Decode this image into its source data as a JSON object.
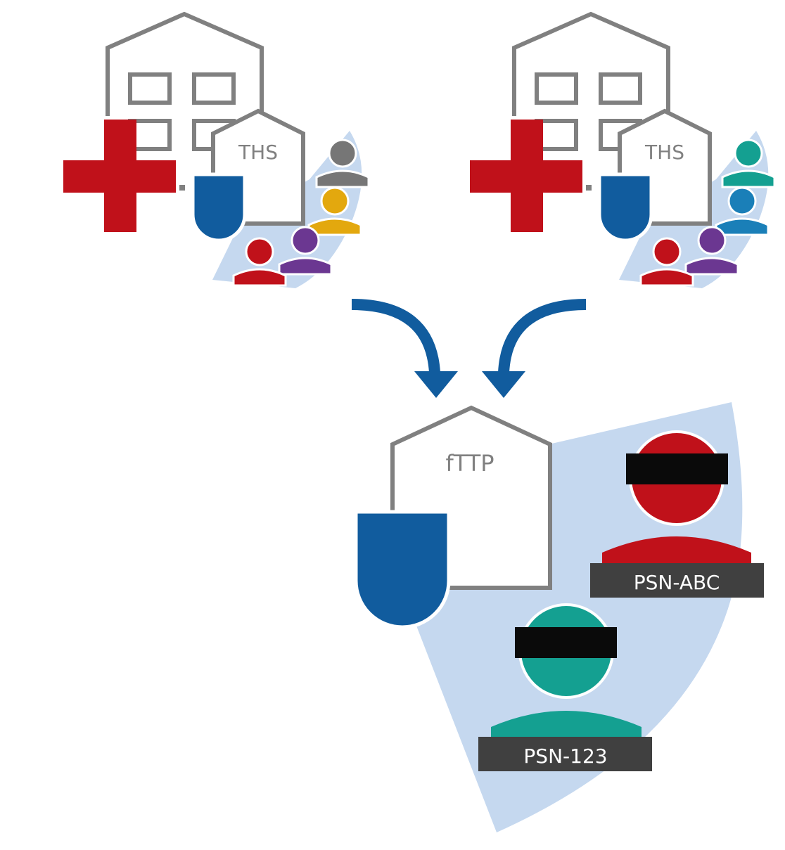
{
  "colors": {
    "outline": "#808080",
    "cross": "#c0111a",
    "shield": "#115c9e",
    "zone": "#c5d8ef",
    "arrow": "#115c9e",
    "person_gray": "#767676",
    "person_yellow": "#e3a80e",
    "person_purple": "#6b3791",
    "person_red": "#c0111a",
    "person_teal": "#14a091",
    "person_blue": "#1a7fb8",
    "label_bg": "#404040",
    "mask": "#0a0a0a"
  },
  "sites": [
    {
      "label": "THS",
      "people": [
        "person_gray",
        "person_yellow",
        "person_purple",
        "person_red"
      ]
    },
    {
      "label": "THS",
      "people": [
        "person_teal",
        "person_blue",
        "person_purple",
        "person_red"
      ]
    }
  ],
  "central": {
    "label": "fTTP",
    "records": [
      {
        "pseudonym": "PSN-ABC",
        "color": "person_red"
      },
      {
        "pseudonym": "PSN-123",
        "color": "person_teal"
      }
    ]
  }
}
